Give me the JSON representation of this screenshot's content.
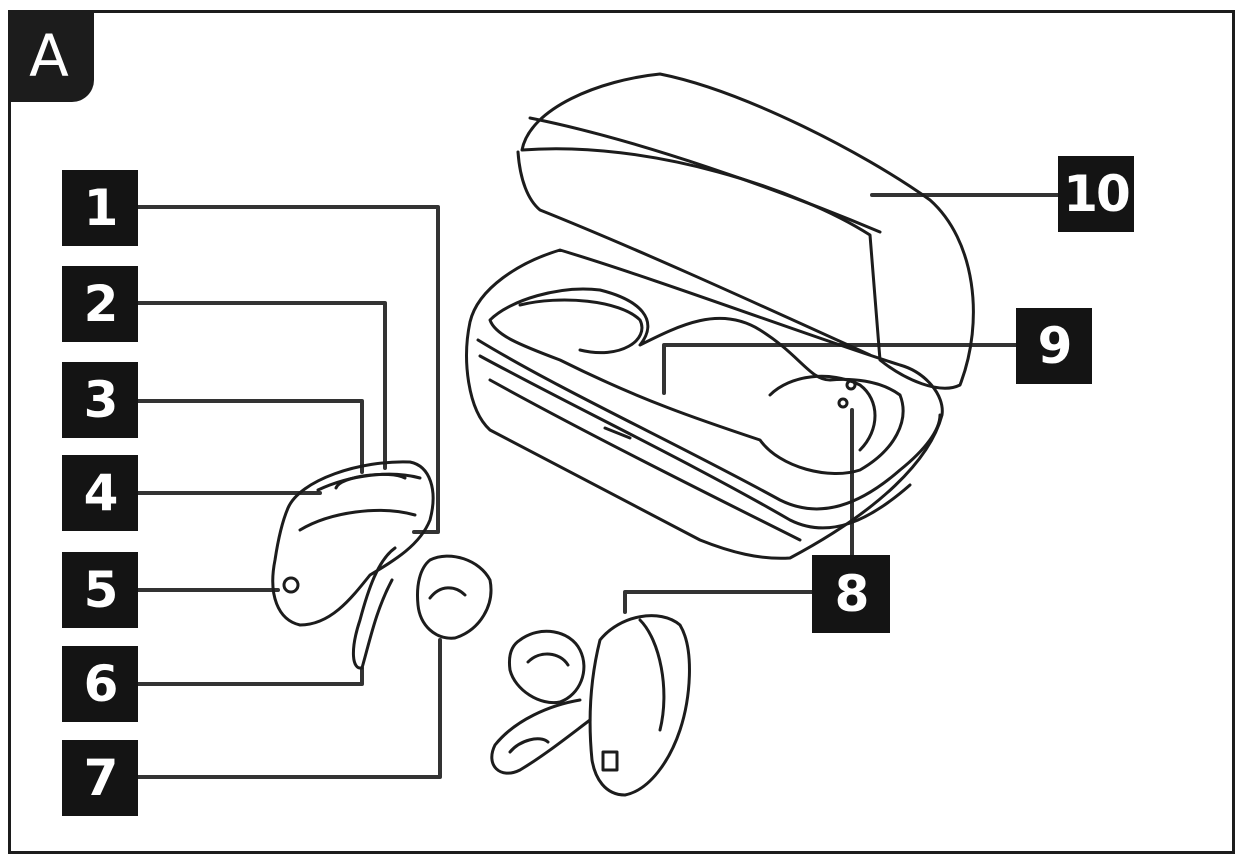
{
  "figure": {
    "panel_label": "A"
  },
  "callouts": [
    {
      "id": "1",
      "label": "1"
    },
    {
      "id": "2",
      "label": "2"
    },
    {
      "id": "3",
      "label": "3"
    },
    {
      "id": "4",
      "label": "4"
    },
    {
      "id": "5",
      "label": "5"
    },
    {
      "id": "6",
      "label": "6"
    },
    {
      "id": "7",
      "label": "7"
    },
    {
      "id": "8",
      "label": "8"
    },
    {
      "id": "9",
      "label": "9"
    },
    {
      "id": "10",
      "label": "10"
    }
  ],
  "colors": {
    "ink": "#1c1c1c",
    "background": "#ffffff"
  }
}
